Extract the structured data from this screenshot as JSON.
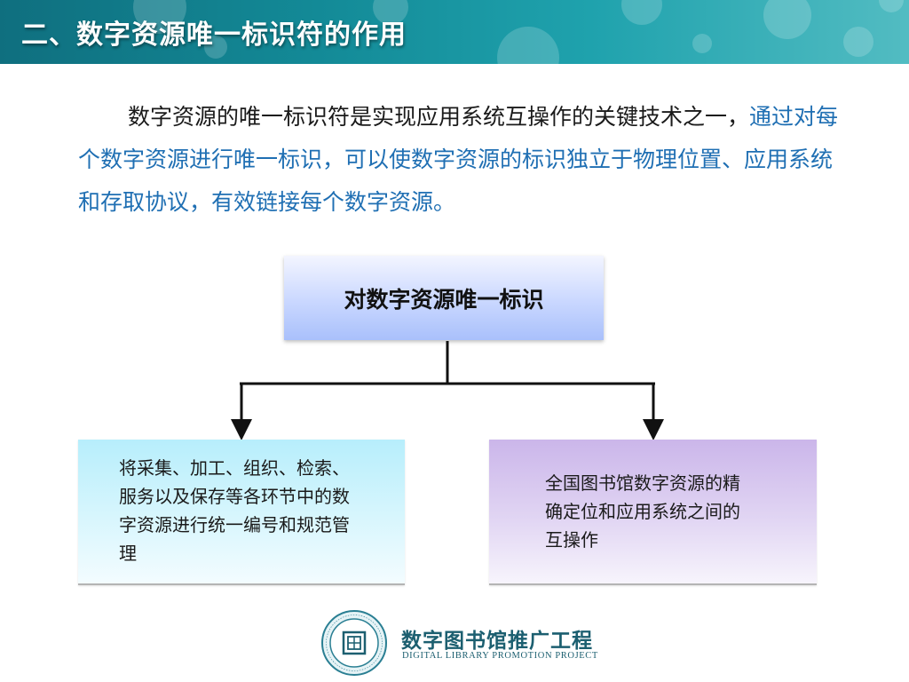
{
  "header": {
    "title": "二、数字资源唯一标识符的作用"
  },
  "intro": {
    "part1": "数字资源的唯一标识符是实现应用系统互操作的关键技术之一，",
    "part2": "通过对每个数字资源进行唯一标识，可以使数字资源的标识独立于物理位置、应用系统和存取协议，有效链接每个数字资源。"
  },
  "diagram": {
    "root": "对数字资源唯一标识",
    "left_lines": [
      "将采集、加工、组织、检索、",
      "服务以及保存等各环节中的数",
      "字资源进行统一编号和规范管",
      "理"
    ],
    "right_lines": [
      "全国图书馆数字资源的精",
      "确定位和应用系统之间的",
      "互操作"
    ]
  },
  "footer": {
    "logo_cn": "数字图书馆推广工程",
    "logo_en": "DIGITAL LIBRARY PROMOTION PROJECT"
  },
  "colors": {
    "header": "#138a97",
    "highlight_text": "#1f6fb3",
    "logo": "#1c5f70"
  }
}
